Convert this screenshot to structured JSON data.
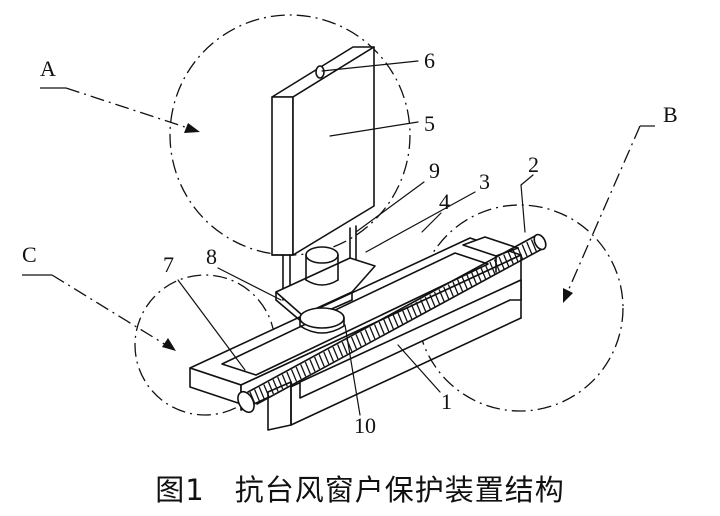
{
  "figure": {
    "caption_prefix": "图",
    "caption_number": "1",
    "caption_title": "抗台风窗户保护装置结构"
  },
  "views": {
    "a": "A",
    "b": "B",
    "c": "C"
  },
  "parts": {
    "p1": "1",
    "p2": "2",
    "p3": "3",
    "p4": "4",
    "p5": "5",
    "p6": "6",
    "p7": "7",
    "p8": "8",
    "p9": "9",
    "p10": "10"
  }
}
